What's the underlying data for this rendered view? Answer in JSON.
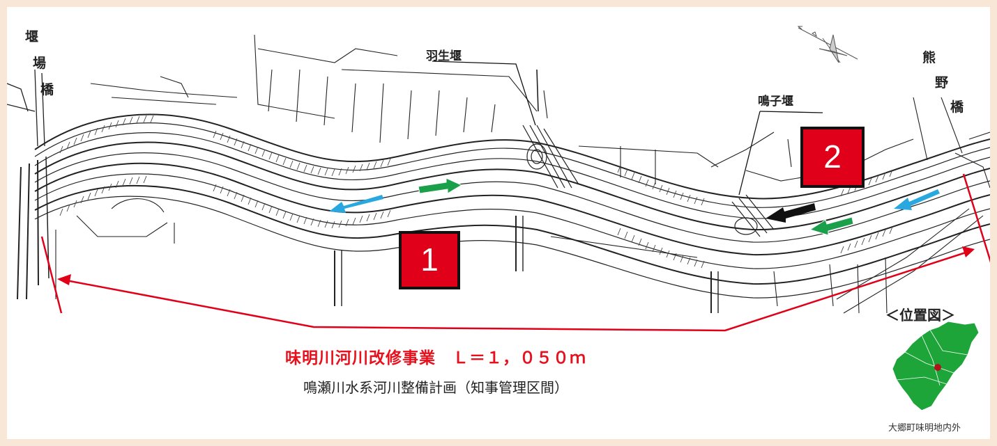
{
  "labels": {
    "left_bridge": [
      "堰",
      "場",
      "橋"
    ],
    "right_bridge": [
      "熊",
      "野",
      "橋"
    ],
    "hanyu_weir": "羽生堰",
    "naruko_weir": "鳴子堰"
  },
  "sections": [
    "1",
    "2"
  ],
  "project_title": "味明川河川改修事業　Ｌ＝１，０５０ｍ",
  "plan_subtitle": "鳴瀬川水系河川整備計画（知事管理区間）",
  "location_map": {
    "title": "＜位置図＞",
    "caption": "大郷町味明地内外"
  },
  "colors": {
    "background": "#f8e6d6",
    "accent_red": "#e8101c",
    "flow_blue": "#29a8e0",
    "flow_green": "#1aa04a",
    "map_green": "#1ea53a"
  }
}
